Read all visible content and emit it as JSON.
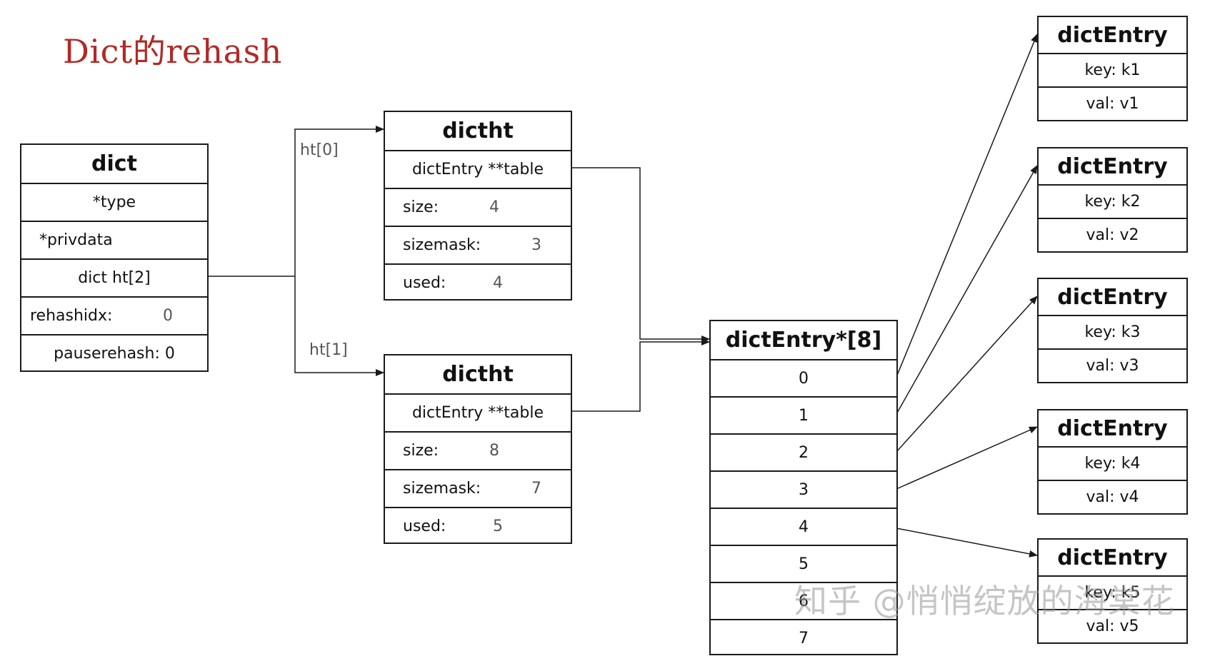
{
  "title": "Dict的rehash",
  "dict": {
    "header": "dict",
    "rows": [
      "*type",
      "*privdata",
      "dict ht[2]"
    ],
    "rehashidx_label": "rehashidx:",
    "rehashidx_value": "0",
    "pauserehash": "pauserehash: 0"
  },
  "links": {
    "ht0": "ht[0]",
    "ht1": "ht[1]"
  },
  "dictht0": {
    "header": "dictht",
    "table": "dictEntry **table",
    "size_label": "size:",
    "size_value": "4",
    "sizemask_label": "sizemask:",
    "sizemask_value": "3",
    "used_label": "used:",
    "used_value": "4"
  },
  "dictht1": {
    "header": "dictht",
    "table": "dictEntry **table",
    "size_label": "size:",
    "size_value": "8",
    "sizemask_label": "sizemask:",
    "sizemask_value": "7",
    "used_label": "used:",
    "used_value": "5"
  },
  "array": {
    "header": "dictEntry*[8]",
    "slots": [
      "0",
      "1",
      "2",
      "3",
      "4",
      "5",
      "6",
      "7"
    ]
  },
  "entries": [
    {
      "header": "dictEntry",
      "key": "key: k1",
      "val": "val: v1"
    },
    {
      "header": "dictEntry",
      "key": "key: k2",
      "val": "val: v2"
    },
    {
      "header": "dictEntry",
      "key": "key: k3",
      "val": "val: v3"
    },
    {
      "header": "dictEntry",
      "key": "key: k4",
      "val": "val: v4"
    },
    {
      "header": "dictEntry",
      "key": "key: k5",
      "val": "val: v5"
    }
  ],
  "watermark": "知乎 @悄悄绽放的海棠花"
}
